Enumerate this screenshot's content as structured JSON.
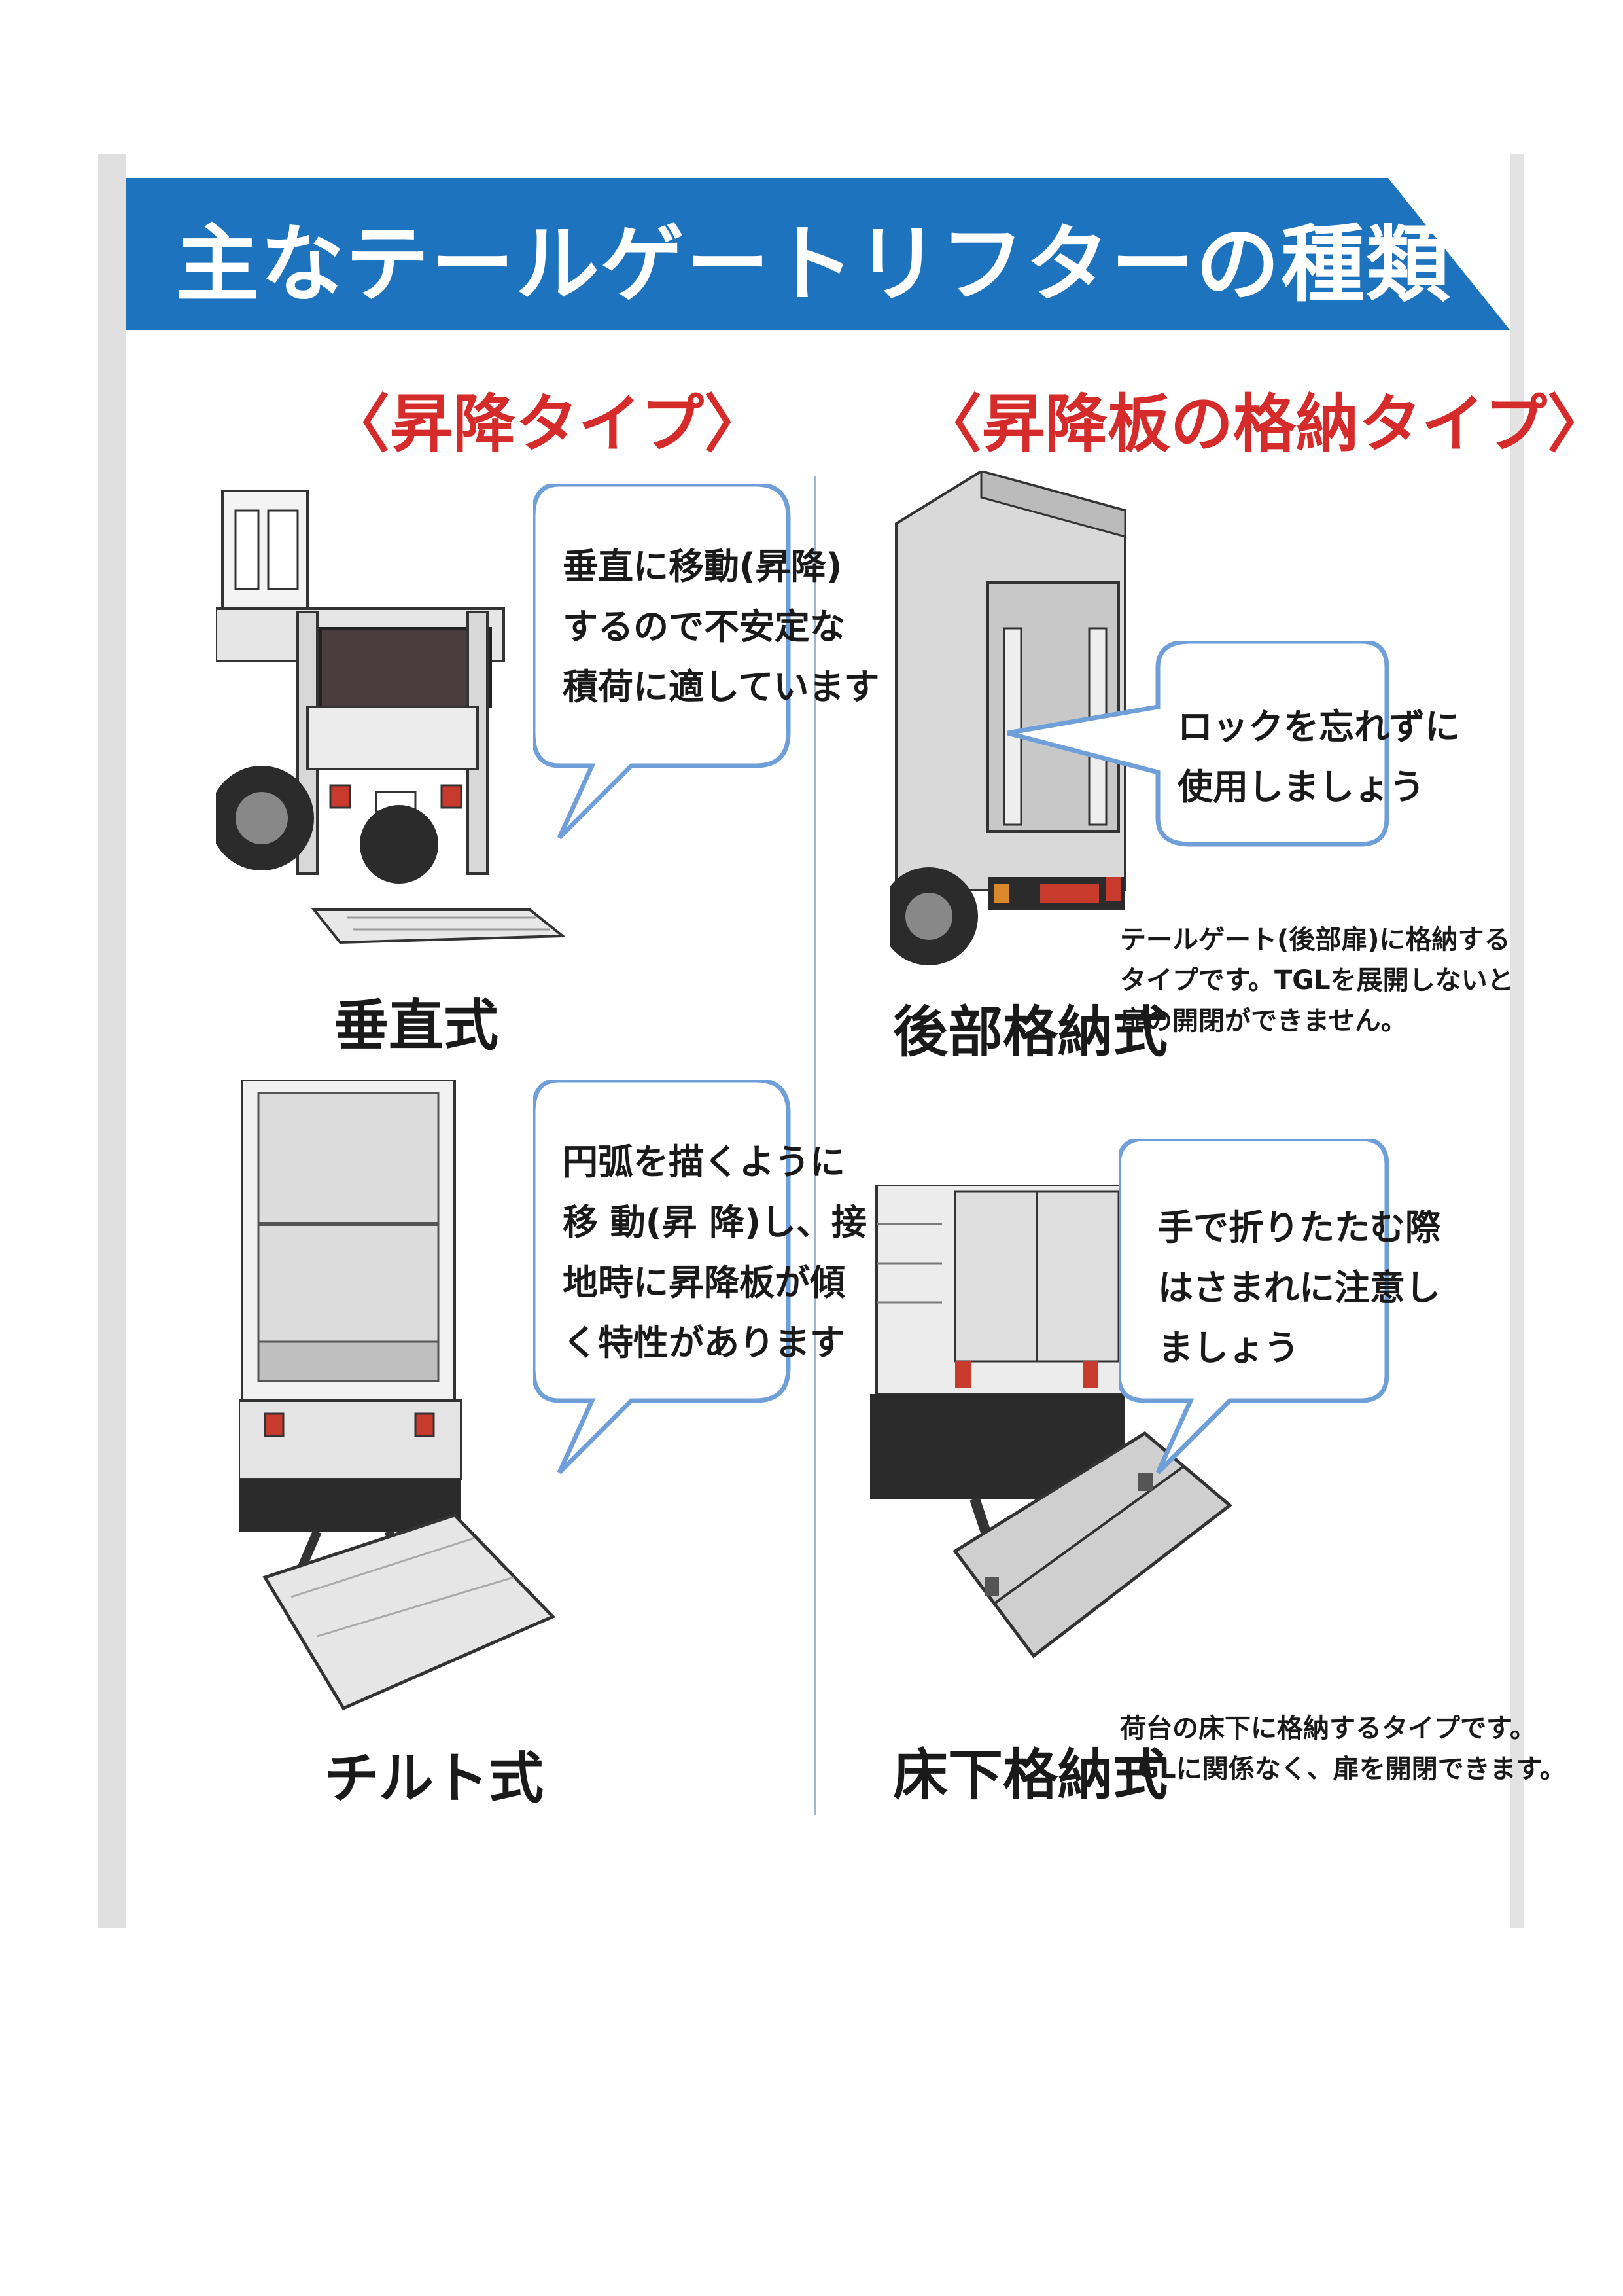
{
  "title": "主なテールゲートリフターの種類",
  "colors": {
    "banner": "#1e73be",
    "heading": "#d52b2b",
    "bubble_border": "#6f9fd8"
  },
  "sections": {
    "lift_type": {
      "heading": "〈昇降タイプ〉",
      "items": [
        {
          "caption": "垂直式",
          "bubble": [
            "垂直に移動(昇降)",
            "するので不安定な",
            "積荷に適しています"
          ]
        },
        {
          "caption": "チルト式",
          "bubble": [
            "円弧を描くように",
            "移 動(昇 降)し、接",
            "地時に昇降板が傾",
            "く特性があります"
          ]
        }
      ]
    },
    "storage_type": {
      "heading": "〈昇降板の格納タイプ〉",
      "items": [
        {
          "caption": "後部格納式",
          "bubble": [
            "ロックを忘れずに",
            "使用しましょう"
          ],
          "note": [
            "テールゲート(後部扉)に格納する",
            "タイプです。TGLを展開しないと",
            "扉の開閉ができません。"
          ]
        },
        {
          "caption": "床下格納式",
          "bubble": [
            "手で折りたたむ際",
            "はさまれに注意し",
            "ましょう"
          ],
          "note": [
            "荷台の床下に格納するタイプです。",
            "TGLに関係なく、扉を開閉できます。"
          ]
        }
      ]
    }
  }
}
